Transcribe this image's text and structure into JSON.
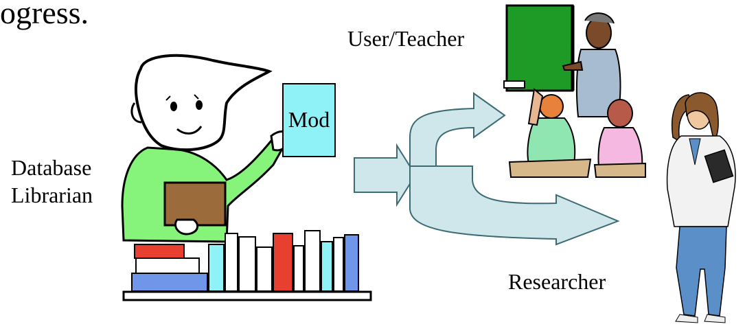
{
  "heading": "ogress.",
  "actors": {
    "librarian_label_line1": "Database",
    "librarian_label_line2": "Librarian",
    "teacher_label": "User/Teacher",
    "researcher_label": "Researcher"
  },
  "module": {
    "label": "Mod"
  },
  "colors": {
    "arrow_fill": "#cfe7ea",
    "arrow_stroke": "#3c6b73",
    "module_fill": "#8ff2f6",
    "shirt_fill": "#86f47a",
    "box_fill": "#9c6b3b",
    "board_fill": "#1e9a26",
    "scrubs_fill": "#5b8fc8"
  }
}
